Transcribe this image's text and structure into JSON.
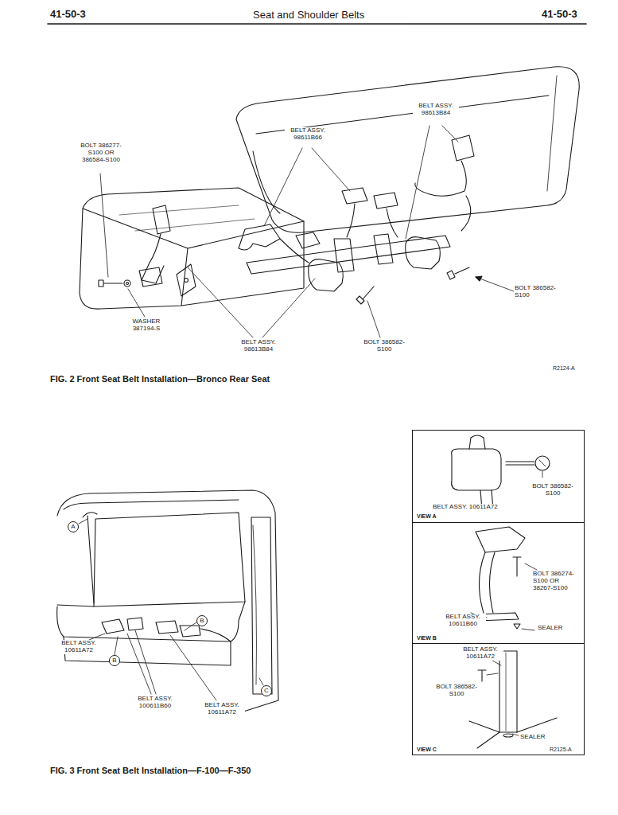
{
  "diagram": {
    "title": "Seat and Shoulder Belts",
    "nodes": [
      {
        "text": [
          "VIEW A",
          "BOLT 386582-S100",
          "BELT ASSY. 10611A72"
        ]
      },
      {
        "text": [
          "VIEW B",
          "BOLT 386274-S100 OR 38267-S100",
          "BELT ASSY. 10611B60",
          "SEALER"
        ]
      },
      {
        "text": [
          "VIEW C",
          "BELT ASSY. 10611A72",
          "BOLT 386582-S100",
          "SEALER"
        ]
      },
      {
        "text": [
          "A"
        ]
      },
      {
        "text": [
          "B"
        ]
      },
      {
        "text": [
          "B"
        ]
      },
      {
        "text": [
          "C"
        ]
      }
    ],
    "labels": [
      "41-50-3",
      "41-50-3",
      "BOLT 386277-S100 OR 386584-S100",
      "BELT ASSY. 98611B66",
      "BELT ASSY. 98613B84",
      "WASHER 387194-S",
      "BELT ASSY. 98613B84",
      "BOLT 386582-S100",
      "BOLT 386582-S100",
      "R2124-A",
      "FIG. 2 Front Seat Belt Installation—Bronco Rear Seat",
      "BELT ASSY. 10611A72",
      "BELT ASSY. 100611B60",
      "BELT ASSY. 10611A72",
      "R2125-A",
      "FIG. 3 Front Seat Belt Installation—F-100—F-350"
    ]
  }
}
